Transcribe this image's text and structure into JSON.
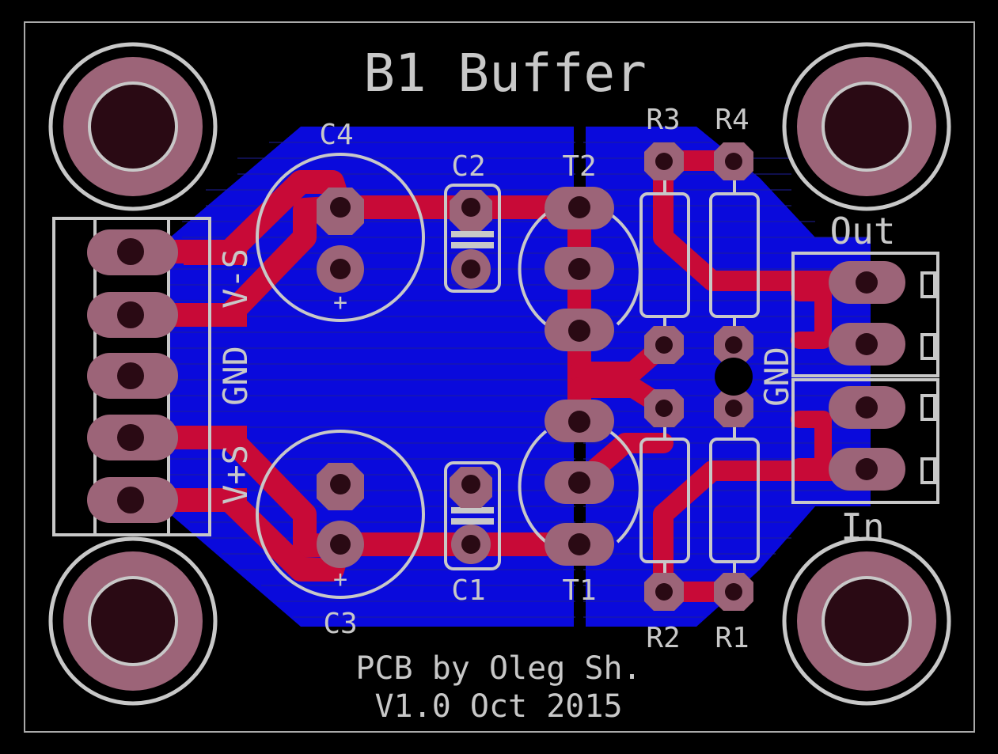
{
  "board": {
    "title": "B1 Buffer",
    "credit": "PCB by Oleg Sh.",
    "version": "V1.0  Oct 2015"
  },
  "connector_left": {
    "labels": [
      "V-S",
      "GND",
      "V+S"
    ]
  },
  "components": {
    "c1": "C1",
    "c2": "C2",
    "c3": "C3",
    "c4": "C4",
    "t1": "T1",
    "t2": "T2",
    "r1": "R1",
    "r2": "R2",
    "r3": "R3",
    "r4": "R4",
    "out": "Out",
    "in": "In",
    "gnd": "GND",
    "plus": "+"
  },
  "colors": {
    "background": "#000000",
    "copper_bottom": "#0a0adc",
    "copper_top": "#c80a37",
    "pad": "#9c6478",
    "silkscreen": "#c8c8c8"
  }
}
